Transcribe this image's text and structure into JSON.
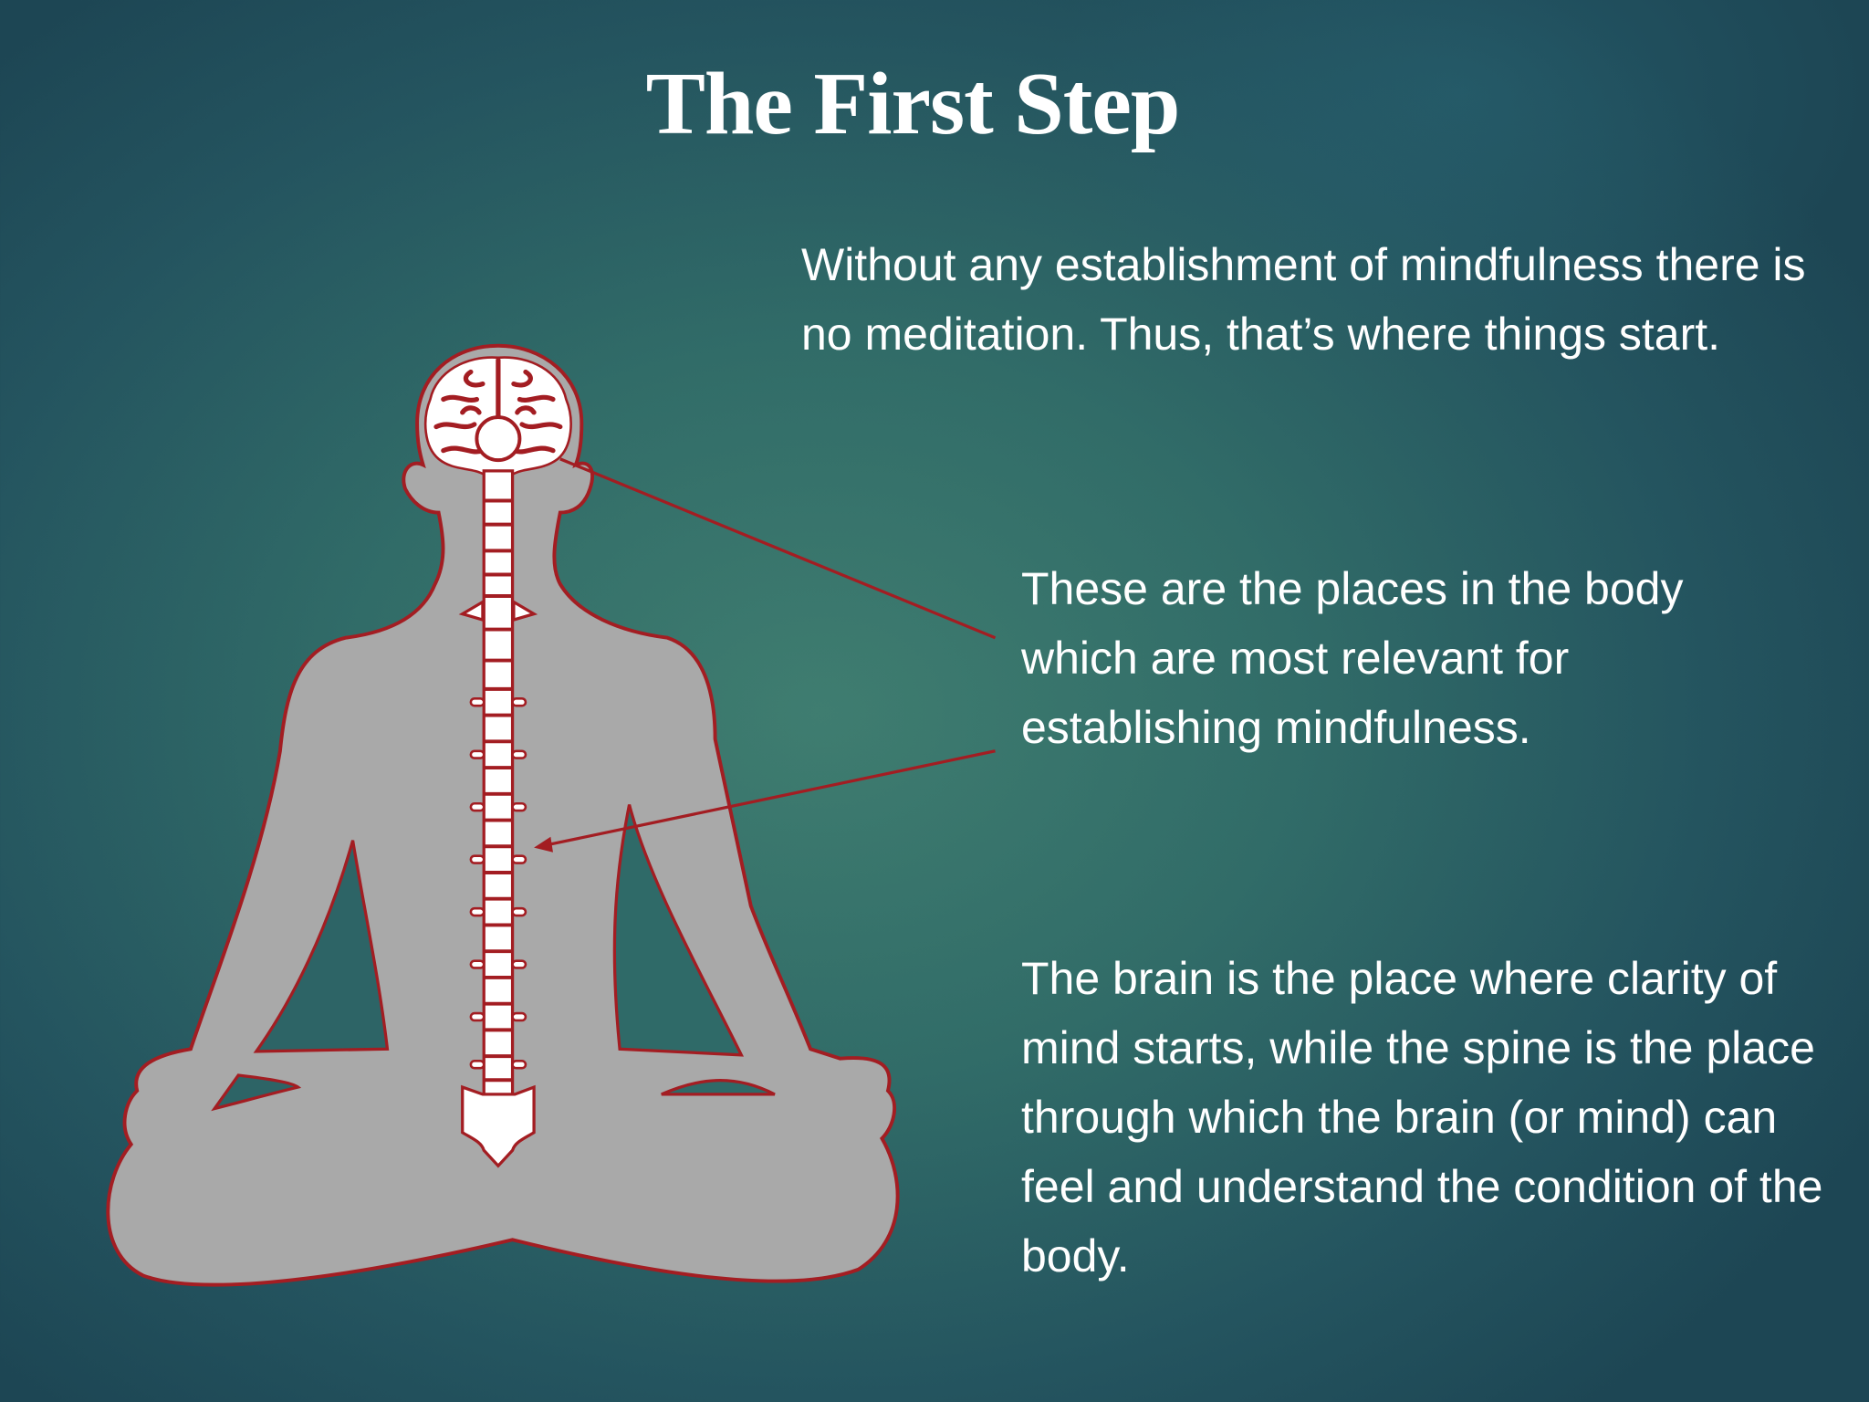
{
  "slide": {
    "title": "The First Step",
    "paragraphs": [
      "Without any establishment of mindfulness there is no meditation. Thus, that’s where things start.",
      "These are the places in the body which are most relevant for establishing mindfulness.",
      "The brain is the place where clarity of mind starts, while the spine is the place through which the brain (or mind) can feel and understand the condition of the body."
    ]
  },
  "colors": {
    "accent": "#a31d22",
    "silhouette": "#a9a9a9",
    "text": "#ffffff"
  }
}
